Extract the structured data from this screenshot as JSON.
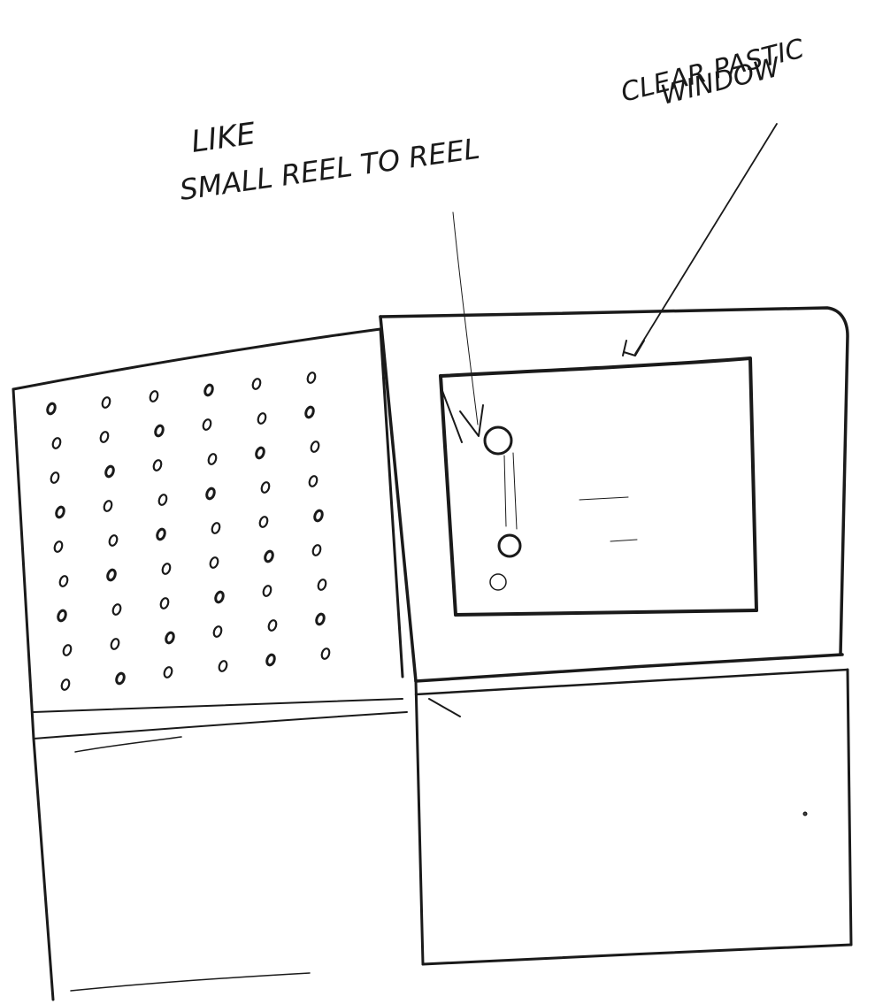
{
  "annotations": {
    "reel_label_line1": "LIKE",
    "reel_label_line2": "SMALL REEL TO REEL",
    "window_label_line1": "CLEAR PASTIC",
    "window_label_line2": "WINDOW"
  },
  "speaker_grille": {
    "columns": 6,
    "rows": 9
  },
  "colors": {
    "ink": "#1a1a1a",
    "paper": "#ffffff"
  }
}
